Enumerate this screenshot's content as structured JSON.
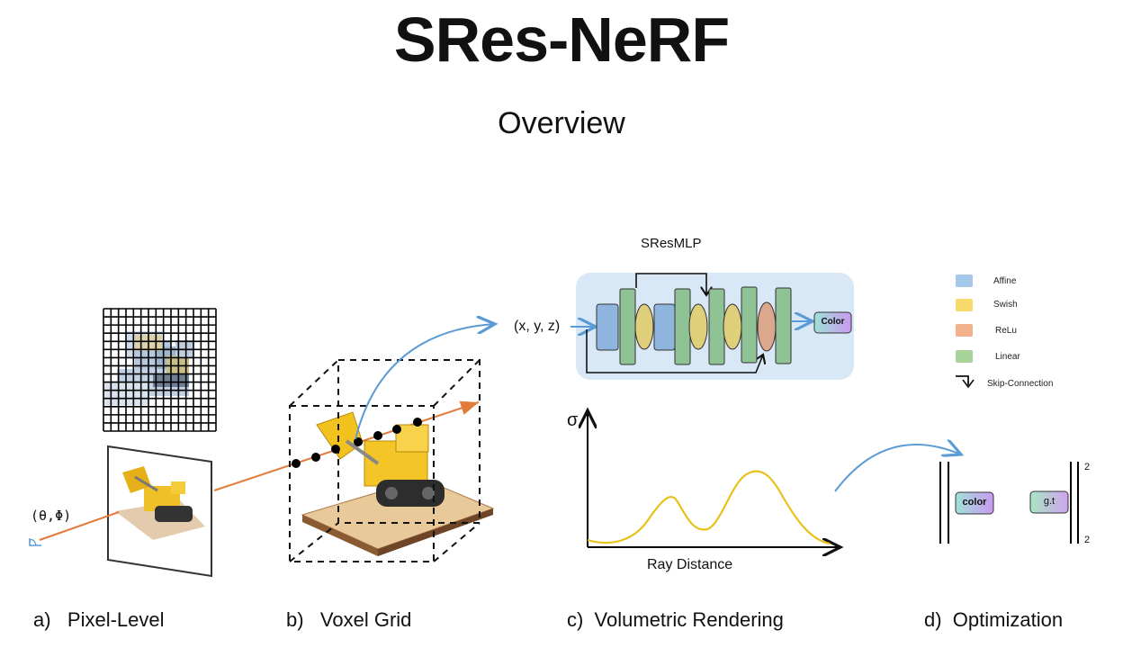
{
  "title": "SRes-NeRF",
  "subtitle": "Overview",
  "mlp": {
    "title": "SResMLP",
    "input": "(x, y, z)",
    "output": "Color"
  },
  "view_angles": "(θ,Φ)",
  "legend": [
    {
      "label": "Affine",
      "color": "#a6c8ea"
    },
    {
      "label": "Swish",
      "color": "#f8d96b"
    },
    {
      "label": "ReLu",
      "color": "#f1b18d"
    },
    {
      "label": "Linear",
      "color": "#a6d39a"
    },
    {
      "label": "Skip-Connection",
      "color": "#111111"
    }
  ],
  "density_plot": {
    "y_label": "σ",
    "x_label": "Ray Distance"
  },
  "optimization": {
    "predicted": "color",
    "ground_truth": "g.t",
    "superscript": "2",
    "subscript": "2"
  },
  "captions": {
    "a": "a)   Pixel-Level",
    "b": "b)   Voxel Grid",
    "c": "c)  Volumetric Rendering",
    "d": "d)  Optimization"
  },
  "colors": {
    "orange_ray": "#e07b39",
    "blue_arrow": "#5b9bd5",
    "mlp_bg": "#d9e8f6",
    "curve": "#e8c21c"
  }
}
